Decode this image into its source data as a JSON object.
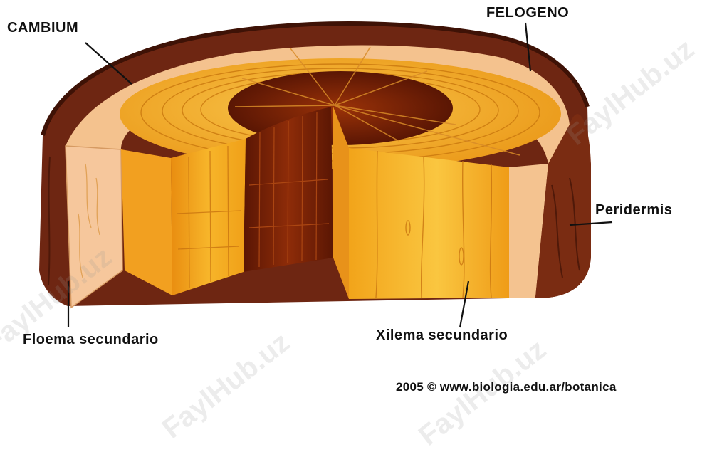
{
  "labels": {
    "cambium": "CAMBIUM",
    "felogeno": "FELOGENO",
    "peridermis": "Peridermis",
    "floema": "Floema secundario",
    "xilema": "Xilema  secundario",
    "credit": "2005 © www.biologia.edu.ar/botanica"
  },
  "watermark": {
    "text": "FaylHub.uz"
  },
  "colors": {
    "bark": "#6b2410",
    "bark_dark": "#4a1508",
    "phloem": "#f7c79a",
    "xylem": "#f0a020",
    "xylem_light": "#f8c030",
    "heartwood": "#8a2a0a",
    "heartwood_dark": "#5a1604",
    "line": "#111111"
  }
}
